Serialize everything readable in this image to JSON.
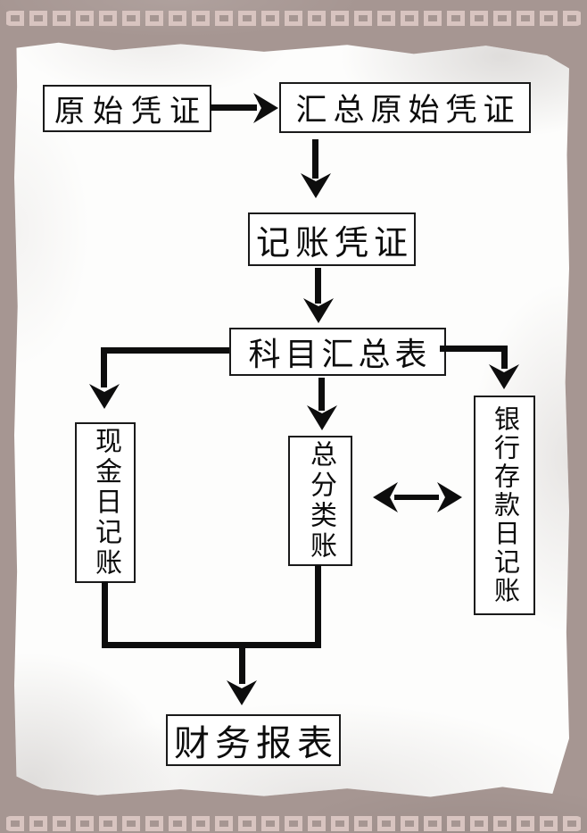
{
  "diagram": {
    "type": "flowchart",
    "nodes": {
      "original_voucher": "原始凭证",
      "summary_original_voucher": "汇总原始凭证",
      "bookkeeping_voucher": "记账凭证",
      "account_summary_table": "科目汇总表",
      "cash_journal": "现金日记账",
      "general_ledger": "总分类账",
      "bank_deposit_journal": "银行存款日记账",
      "financial_statements": "财务报表"
    },
    "edges": [
      {
        "from": "original_voucher",
        "to": "summary_original_voucher",
        "style": "arrow"
      },
      {
        "from": "summary_original_voucher",
        "to": "bookkeeping_voucher",
        "style": "arrow"
      },
      {
        "from": "bookkeeping_voucher",
        "to": "account_summary_table",
        "style": "arrow"
      },
      {
        "from": "account_summary_table",
        "to": "cash_journal",
        "style": "arrow"
      },
      {
        "from": "account_summary_table",
        "to": "general_ledger",
        "style": "arrow"
      },
      {
        "from": "account_summary_table",
        "to": "bank_deposit_journal",
        "style": "arrow"
      },
      {
        "from": "general_ledger",
        "to": "bank_deposit_journal",
        "style": "double-arrow"
      },
      {
        "from": "cash_journal",
        "to": "financial_statements",
        "style": "merged-arrow"
      },
      {
        "from": "general_ledger",
        "to": "financial_statements",
        "style": "merged-arrow"
      }
    ]
  },
  "colors": {
    "frame": "#a69692",
    "chain": "#d8c4c0",
    "paper": "#fdfdfc",
    "line": "#0d0d0d",
    "box_border": "#1a1a1a"
  }
}
